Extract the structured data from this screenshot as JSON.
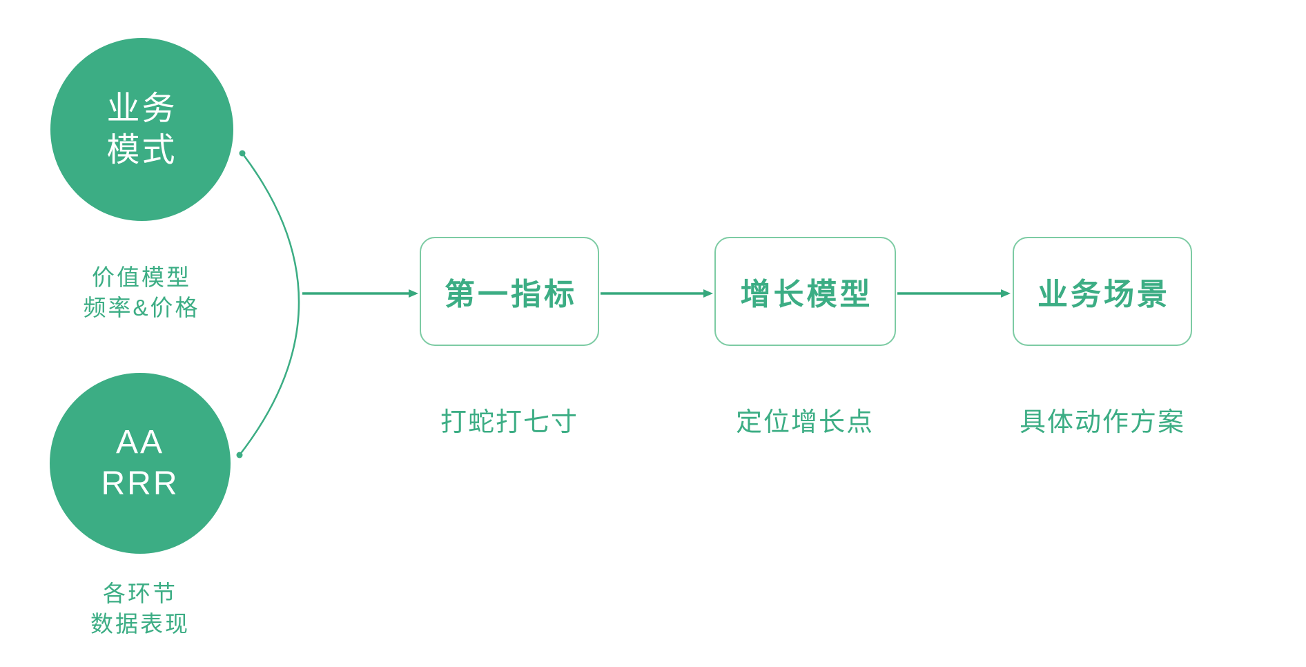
{
  "colors": {
    "primary_green": "#3CAD84",
    "box_border_green": "#7CCBA3",
    "arrow_green": "#36A87D",
    "node_text": "#FFFFFF",
    "background": "#FFFFFF"
  },
  "inputs": [
    {
      "title": "业务\n模式",
      "caption": "价值模型\n频率&价格"
    },
    {
      "title": "AA\nRRR",
      "caption": "各环节\n数据表现"
    }
  ],
  "steps": [
    {
      "title": "第一指标",
      "caption": "打蛇打七寸"
    },
    {
      "title": "增长模型",
      "caption": "定位增长点"
    },
    {
      "title": "业务场景",
      "caption": "具体动作方案"
    }
  ]
}
